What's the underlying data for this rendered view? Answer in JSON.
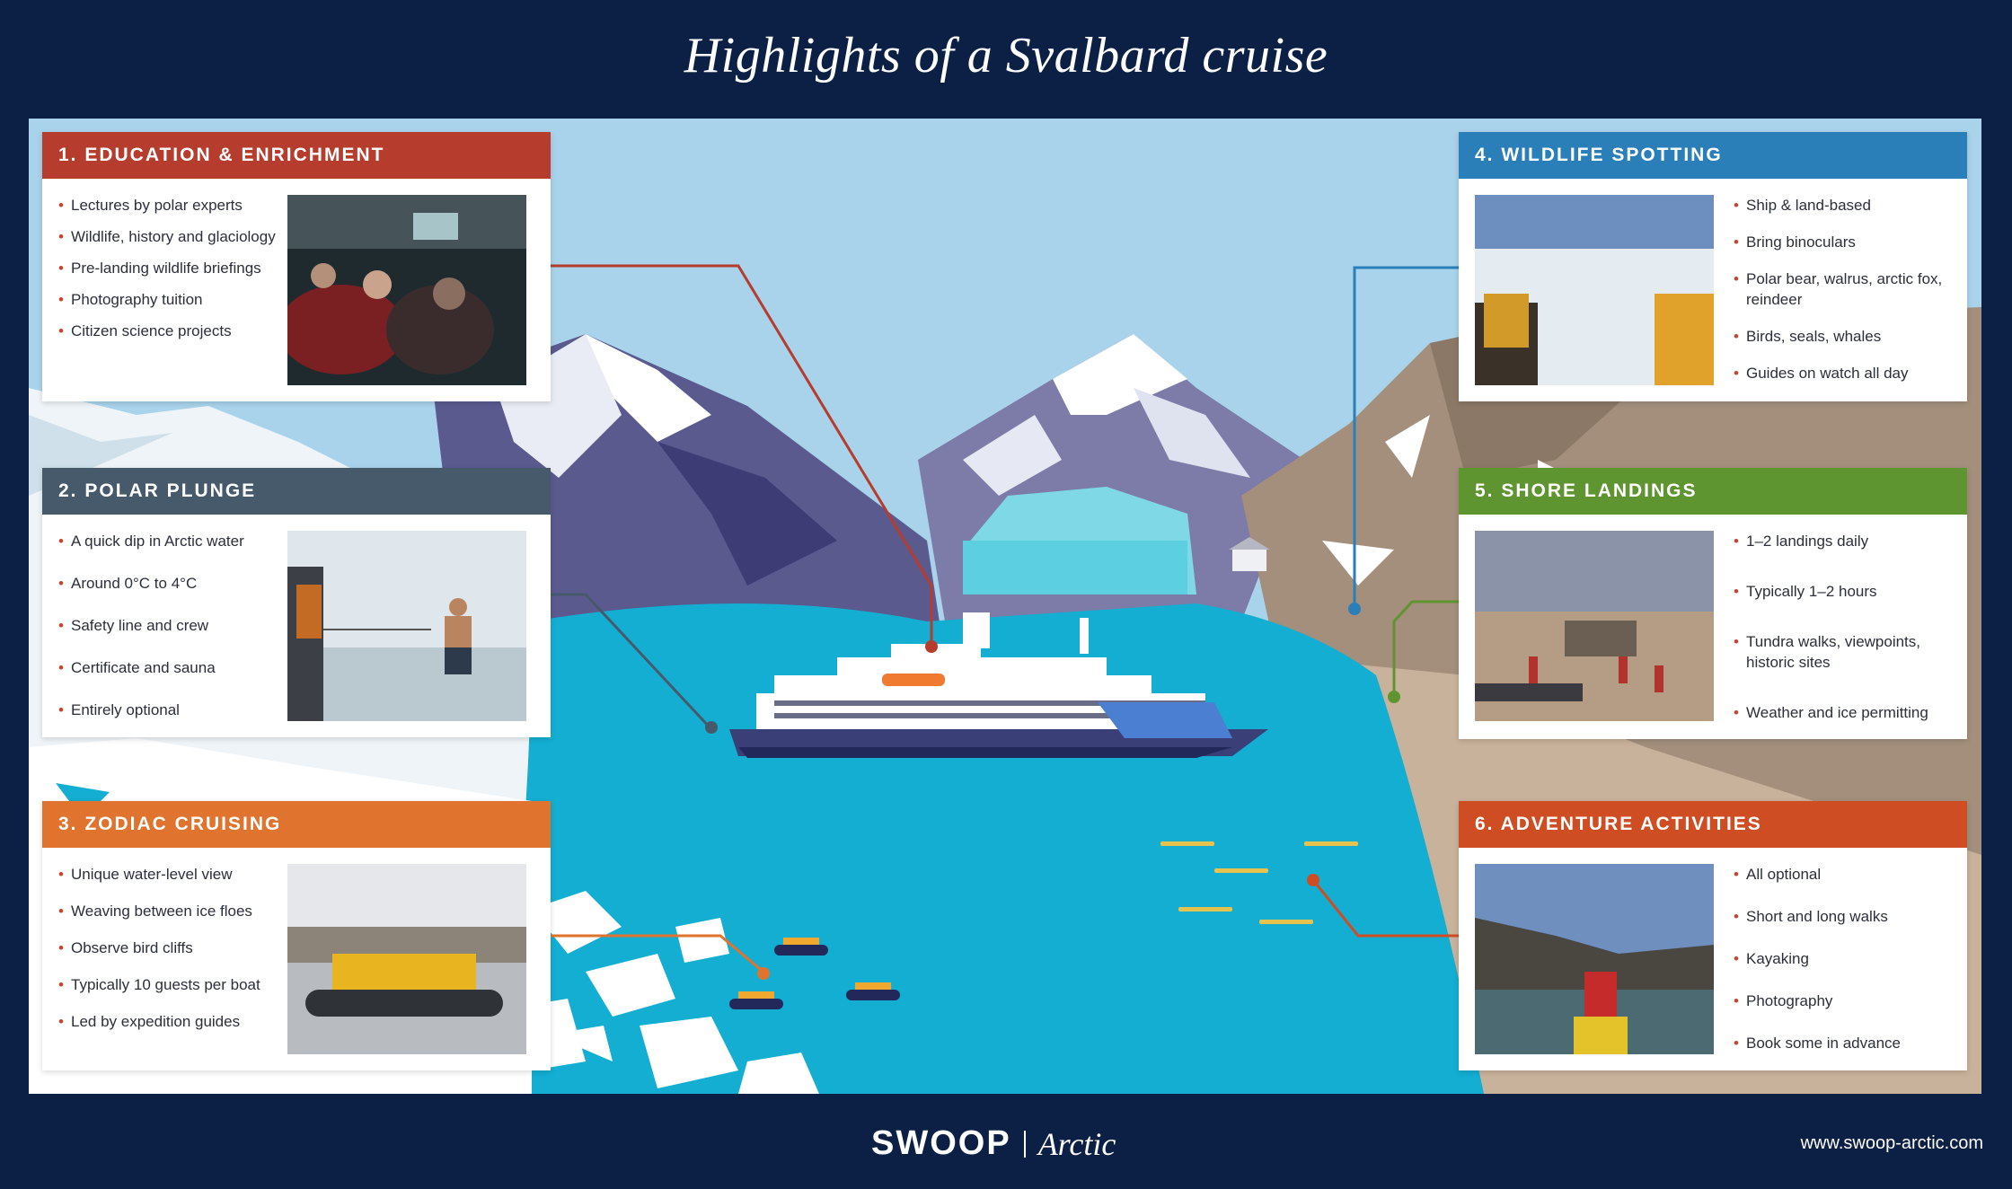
{
  "title": "Highlights of a Svalbard cruise",
  "colors": {
    "background": "#0c1f44",
    "education": "#b63c2e",
    "plunge": "#465a6c",
    "zodiac": "#e0732e",
    "wildlife": "#2a7fb8",
    "shore": "#5f9530",
    "adventure": "#cf4d22",
    "water": "#13aed2"
  },
  "cards": [
    {
      "heading": "1. EDUCATION & ENRICHMENT",
      "items": [
        "Lectures by polar experts",
        "Wildlife, history and glaciology",
        "Pre-landing wildlife briefings",
        "Photography tuition",
        "Citizen science projects"
      ],
      "photo": "lecture-audience-photo"
    },
    {
      "heading": "2. POLAR PLUNGE",
      "items": [
        "A quick dip in Arctic water",
        "Around 0°C to 4°C",
        "Safety line and crew",
        "Certificate and sauna",
        "Entirely optional"
      ],
      "photo": "polar-plunge-photo"
    },
    {
      "heading": "3. ZODIAC CRUISING",
      "items": [
        "Unique water-level view",
        "Weaving between ice floes",
        "Observe bird cliffs",
        "Typically 10 guests per boat",
        "Led by expedition guides"
      ],
      "photo": "zodiac-boat-photo"
    },
    {
      "heading": "4. WILDLIFE SPOTTING",
      "items": [
        "Ship & land-based",
        "Bring binoculars",
        "Polar bear, walrus, arctic fox, reindeer",
        "Birds, seals, whales",
        "Guides on watch all day"
      ],
      "photo": "wildlife-watch-photo"
    },
    {
      "heading": "5. SHORE LANDINGS",
      "items": [
        "1–2 landings daily",
        "Typically 1–2 hours",
        "Tundra walks, viewpoints, historic sites",
        "Weather and ice permitting"
      ],
      "photo": "shore-landing-photo"
    },
    {
      "heading": "6. ADVENTURE ACTIVITIES",
      "items": [
        "All optional",
        "Short and long walks",
        "Kayaking",
        "Photography",
        "Book some in advance"
      ],
      "photo": "kayaking-photo"
    }
  ],
  "footer": {
    "logo": "SWOOP",
    "logo_sub": "Arctic",
    "website": "www.swoop-arctic.com"
  }
}
